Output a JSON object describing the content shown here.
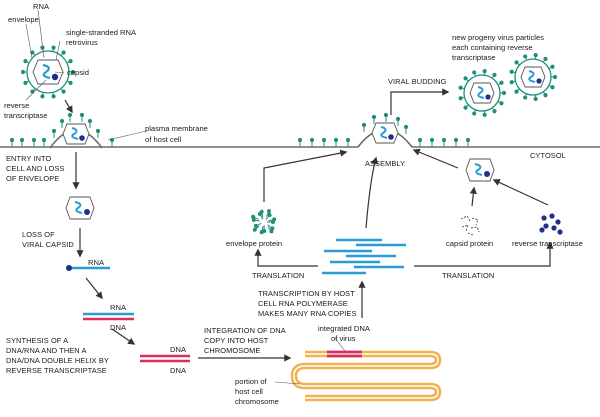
{
  "labels": {
    "rna_top": "RNA",
    "envelope": "envelope",
    "ssrna_line1": "single-stranded RNA",
    "ssrna_line2": "retrovirus",
    "capsid": "capsid",
    "reverse_transcriptase_line1": "reverse",
    "reverse_transcriptase_line2": "transcriptase",
    "plasma_membrane_line1": "plasma membrane",
    "plasma_membrane_line2": "of host cell",
    "cytosol": "CYTOSOL",
    "assembly": "ASSEMBLY",
    "viral_budding": "VIRAL BUDDING",
    "progeny_line1": "new progeny virus particles",
    "progeny_line2": "each containing reverse",
    "progeny_line3": "transcriptase",
    "entry_line1": "ENTRY INTO",
    "entry_line2": "CELL AND LOSS",
    "entry_line3": "OF ENVELOPE",
    "loss_capsid_line1": "LOSS OF",
    "loss_capsid_line2": "VIRAL CAPSID",
    "rna_single": "RNA",
    "rna_hybrid": "RNA",
    "dna_hybrid": "DNA",
    "dna_top": "DNA",
    "dna_bottom": "DNA",
    "synthesis_line1": "SYNTHESIS OF A",
    "synthesis_line2": "DNA/RNA AND THEN A",
    "synthesis_line3": "DNA/DNA DOUBLE HELIX BY",
    "synthesis_line4": "REVERSE TRANSCRIPTASE",
    "integration_line1": "INTEGRATION OF DNA",
    "integration_line2": "COPY INTO HOST",
    "integration_line3": "CHROMOSOME",
    "integrated_line1": "integrated DNA",
    "integrated_line2": "of virus",
    "portion_line1": "portion of",
    "portion_line2": "host cell",
    "portion_line3": "chromosome",
    "transcription_line1": "TRANSCRIPTION BY HOST",
    "transcription_line2": "CELL RNA POLYMERASE",
    "transcription_line3": "MAKES MANY RNA COPIES",
    "translation_left": "TRANSLATION",
    "translation_right": "TRANSLATION",
    "envelope_protein": "envelope protein",
    "capsid_protein": "capsid protein",
    "reverse_transcriptase_product": "reverse transcriptase"
  },
  "colors": {
    "teal": "#1f8f7c",
    "rna_blue": "#2b9bd6",
    "dna_red": "#d8305a",
    "navy": "#1f2f8a",
    "chromosome": "#f1b254",
    "membrane": "#6b6b6b"
  }
}
